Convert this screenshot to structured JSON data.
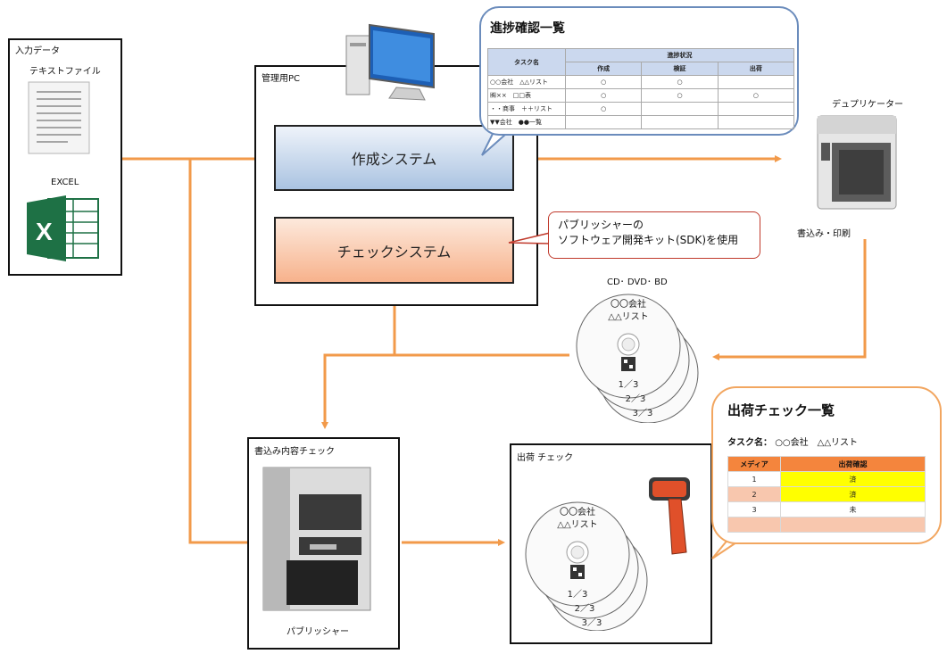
{
  "input_data": {
    "title": "入力データ",
    "text_file_label": "テキストファイル",
    "excel_label": "EXCEL"
  },
  "admin_pc": {
    "title": "管理用PC",
    "create_system": "作成システム",
    "check_system": "チェックシステム"
  },
  "progress_callout": {
    "title": "進捗確認一覧",
    "headers": {
      "task": "タスク名",
      "status": "進捗状況",
      "create": "作成",
      "verify": "検証",
      "ship": "出荷"
    },
    "rows": [
      {
        "task": "○○会社　△△リスト",
        "create": "○",
        "verify": "○",
        "ship": ""
      },
      {
        "task": "㈱××　□□表",
        "create": "○",
        "verify": "○",
        "ship": "○"
      },
      {
        "task": "・・商事　＋＋リスト",
        "create": "○",
        "verify": "",
        "ship": ""
      },
      {
        "task": "▼▼会社　●●一覧",
        "create": "",
        "verify": "",
        "ship": ""
      }
    ]
  },
  "sdk_callout": {
    "line1": "パブリッシャーの",
    "line2": "ソフトウェア開発キット(SDK)を使用"
  },
  "duplicator": {
    "title": "デュプリケーター",
    "caption": "書込み・印刷"
  },
  "media": {
    "label": "CD･ DVD･ BD",
    "disc_line1": "〇〇会社",
    "disc_line2": "△△リスト",
    "disc_num1": "1／3",
    "disc_num2": "2／3",
    "disc_num3": "3／3"
  },
  "write_check": {
    "title": "書込み内容チェック",
    "caption": "パブリッシャー"
  },
  "shipping_check": {
    "title": "出荷 チェック",
    "disc_line1": "〇〇会社",
    "disc_line2": "△△リスト",
    "disc_num1": "1／3",
    "disc_num2": "2／3",
    "disc_num3": "3／3"
  },
  "shipping_callout": {
    "title": "出荷チェック一覧",
    "task_label": "タスク名：",
    "task_value": "○○会社　△△リスト",
    "headers": {
      "media": "メディア",
      "status": "出荷確認"
    },
    "rows": [
      {
        "media": "1",
        "status": "済"
      },
      {
        "media": "2",
        "status": "済"
      },
      {
        "media": "3",
        "status": "未"
      },
      {
        "media": "",
        "status": ""
      }
    ]
  },
  "colors": {
    "arrow": "#f29a4a",
    "callout_blue": "#6b8cbc",
    "callout_orange": "#f2a660",
    "table_header_orange": "#f4853d",
    "highlight_yellow": "#ffff00"
  }
}
